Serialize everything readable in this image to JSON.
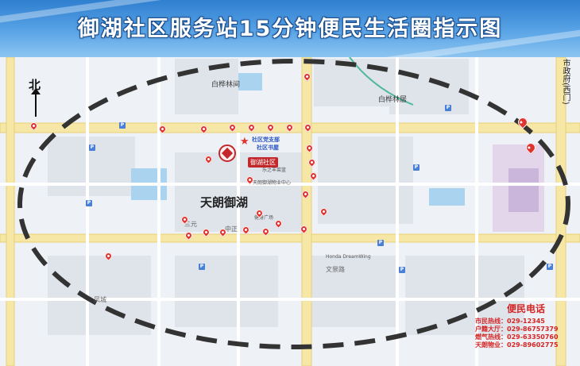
{
  "banner": {
    "title": "御湖社区服务站15分钟便民生活圈指示图"
  },
  "map": {
    "north_label": "北",
    "landmarks": {
      "baihua_linjian": "白桦林间",
      "baihua_linju": "白桦林居",
      "tianlang_yuhu": "天朗御湖",
      "yuhu_community": "御湖社区",
      "party_culture_station": "社区党支部",
      "community_bookstore": "社区书屋",
      "shi_zhengfu_xi": "市政府(西门)",
      "honda": "Honda DreamWing",
      "le_zhi_mart": "乐之丰菜篮",
      "wuye_center": "天朗御湖物业中心",
      "fitness": "健身广场",
      "sanyuan": "三元",
      "zhongzheng": "中正",
      "wenjing": "文景路",
      "fengcheng": "凤城"
    }
  },
  "hotline": {
    "title": "便民电话",
    "rows": [
      {
        "label": "市民热线：",
        "number": "029-12345"
      },
      {
        "label": "户籍大厅：",
        "number": "029-86757379"
      },
      {
        "label": "燃气热线：",
        "number": "029-63350760"
      },
      {
        "label": "天朗物业：",
        "number": "029-89602775"
      }
    ]
  },
  "colors": {
    "road_major": "#f6e7a6",
    "road_minor": "#ffffff",
    "block": "#d9dee6",
    "water": "#a9d3ee",
    "ellipse": "#333333",
    "pin": "#e0322f",
    "hotline": "#d62424"
  }
}
